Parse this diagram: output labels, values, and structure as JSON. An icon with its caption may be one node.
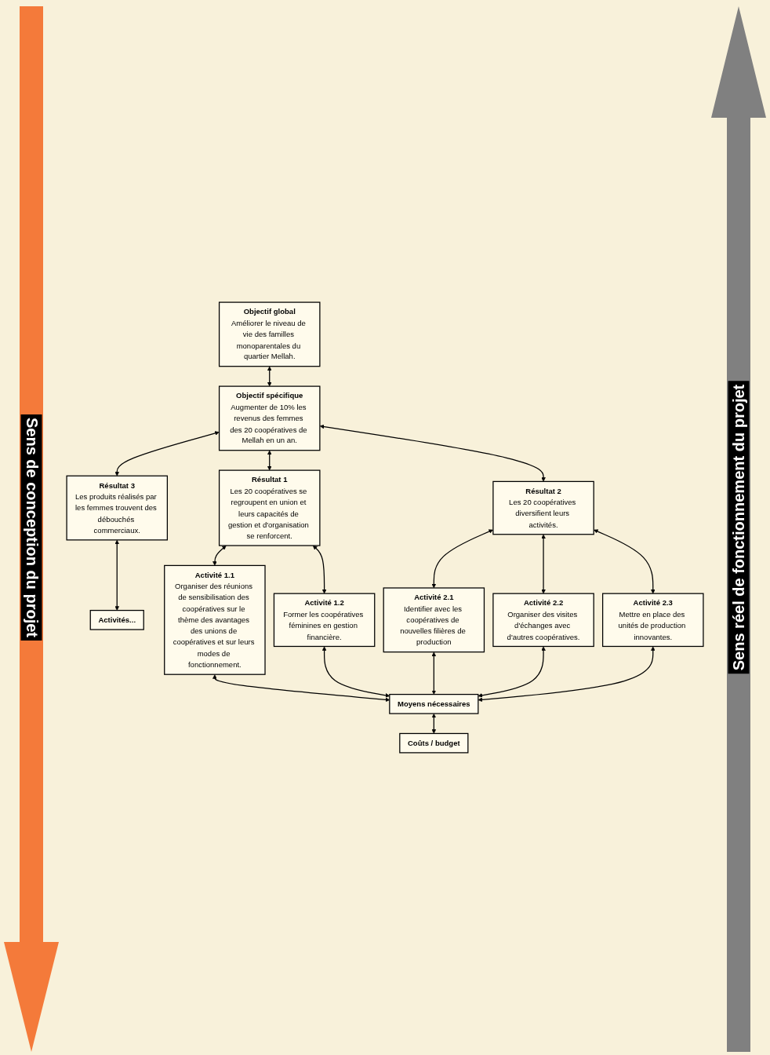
{
  "diagram": {
    "nodes": [
      {
        "text": [
          "Objectif global",
          "Améliorer le niveau de vie des familles monoparentales du quartier Mellah."
        ]
      },
      {
        "text": [
          "Objectif spécifique",
          "Augmenter de 10% les revenus des femmes des 20 coopératives de Mellah en un an."
        ]
      },
      {
        "text": [
          "Résultat 1",
          "Les 20 coopératives se regroupent en union et leurs capacités de gestion et d'organisation se renforcent."
        ]
      },
      {
        "text": [
          "Résultat 2",
          "Les 20 coopératives diversifient leurs activités."
        ]
      },
      {
        "text": [
          "Résultat 3",
          "Les produits réalisés par les femmes trouvent des débouchés commerciaux."
        ]
      },
      {
        "text": [
          "Activités..."
        ]
      },
      {
        "text": [
          "Activité 1.1",
          "Organiser des réunions de sensibilisation des coopératives sur le thème des avantages des unions de coopératives et sur leurs modes de fonctionnement."
        ]
      },
      {
        "text": [
          "Activité 1.2",
          "Former les coopératives féminines en gestion financière."
        ]
      },
      {
        "text": [
          "Activité 2.1",
          "Identifier avec les coopératives de nouvelles filières de production"
        ]
      },
      {
        "text": [
          "Activité 2.2",
          "Organiser des visites d'échanges avec d'autres coopératives."
        ]
      },
      {
        "text": [
          "Activité 2.3",
          "Mettre en place des unités de production innovantes."
        ]
      },
      {
        "text": [
          "Moyens nécessaires"
        ]
      },
      {
        "text": [
          "Coûts / budget"
        ]
      }
    ],
    "edges": [
      {
        "from": 0,
        "to": 1,
        "arrow": "both"
      },
      {
        "from": 1,
        "to": 2,
        "arrow": "both"
      },
      {
        "from": 1,
        "to": 3,
        "arrow": "both"
      },
      {
        "from": 1,
        "to": 4,
        "arrow": "both"
      },
      {
        "from": 2,
        "to": 6,
        "arrow": "both"
      },
      {
        "from": 2,
        "to": 7,
        "arrow": "both"
      },
      {
        "from": 3,
        "to": 8,
        "arrow": "both"
      },
      {
        "from": 3,
        "to": 9,
        "arrow": "both"
      },
      {
        "from": 3,
        "to": 10,
        "arrow": "both"
      },
      {
        "from": 4,
        "to": 5,
        "arrow": "both"
      },
      {
        "from": 6,
        "to": 11,
        "arrow": "both"
      },
      {
        "from": 7,
        "to": 11,
        "arrow": "both"
      },
      {
        "from": 8,
        "to": 11,
        "arrow": "both"
      },
      {
        "from": 9,
        "to": 11,
        "arrow": "both"
      },
      {
        "from": 10,
        "to": 11,
        "arrow": "both"
      },
      {
        "from": 11,
        "to": 12,
        "arrow": "both"
      }
    ],
    "labels": [
      "Sens de conception du projet",
      "Sens réel de fonctionnement du projet"
    ]
  }
}
